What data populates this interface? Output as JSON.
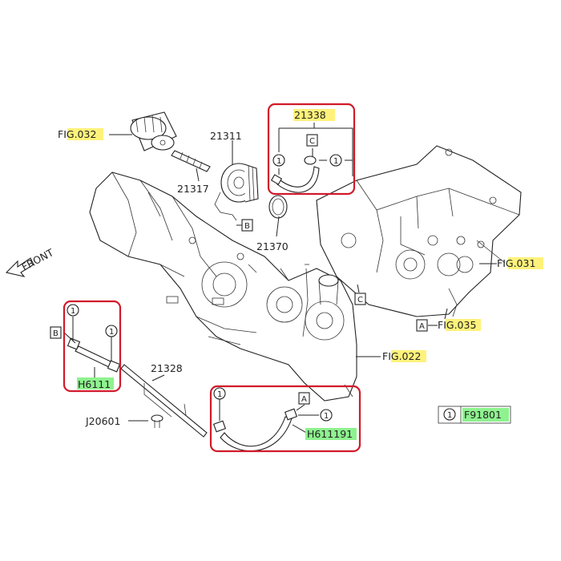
{
  "labels": {
    "fig032": "FIG.032",
    "p21311": "21311",
    "p21317": "21317",
    "p21338": "21338",
    "p21370": "21370",
    "front": "FRONT",
    "fig031": "FIG.031",
    "fig035": "FIG.035",
    "fig022": "FIG.022",
    "p21328": "21328",
    "j20601": "J20601",
    "h6111": "H6111",
    "h611191": "H611191",
    "f91801": "F91801"
  },
  "markers": {
    "a": "A",
    "b": "B",
    "c": "C",
    "one": "1"
  },
  "colors": {
    "highlight_yellow": "#fff27a",
    "highlight_green": "#8ef28e",
    "box_red": "#d11a2a"
  }
}
